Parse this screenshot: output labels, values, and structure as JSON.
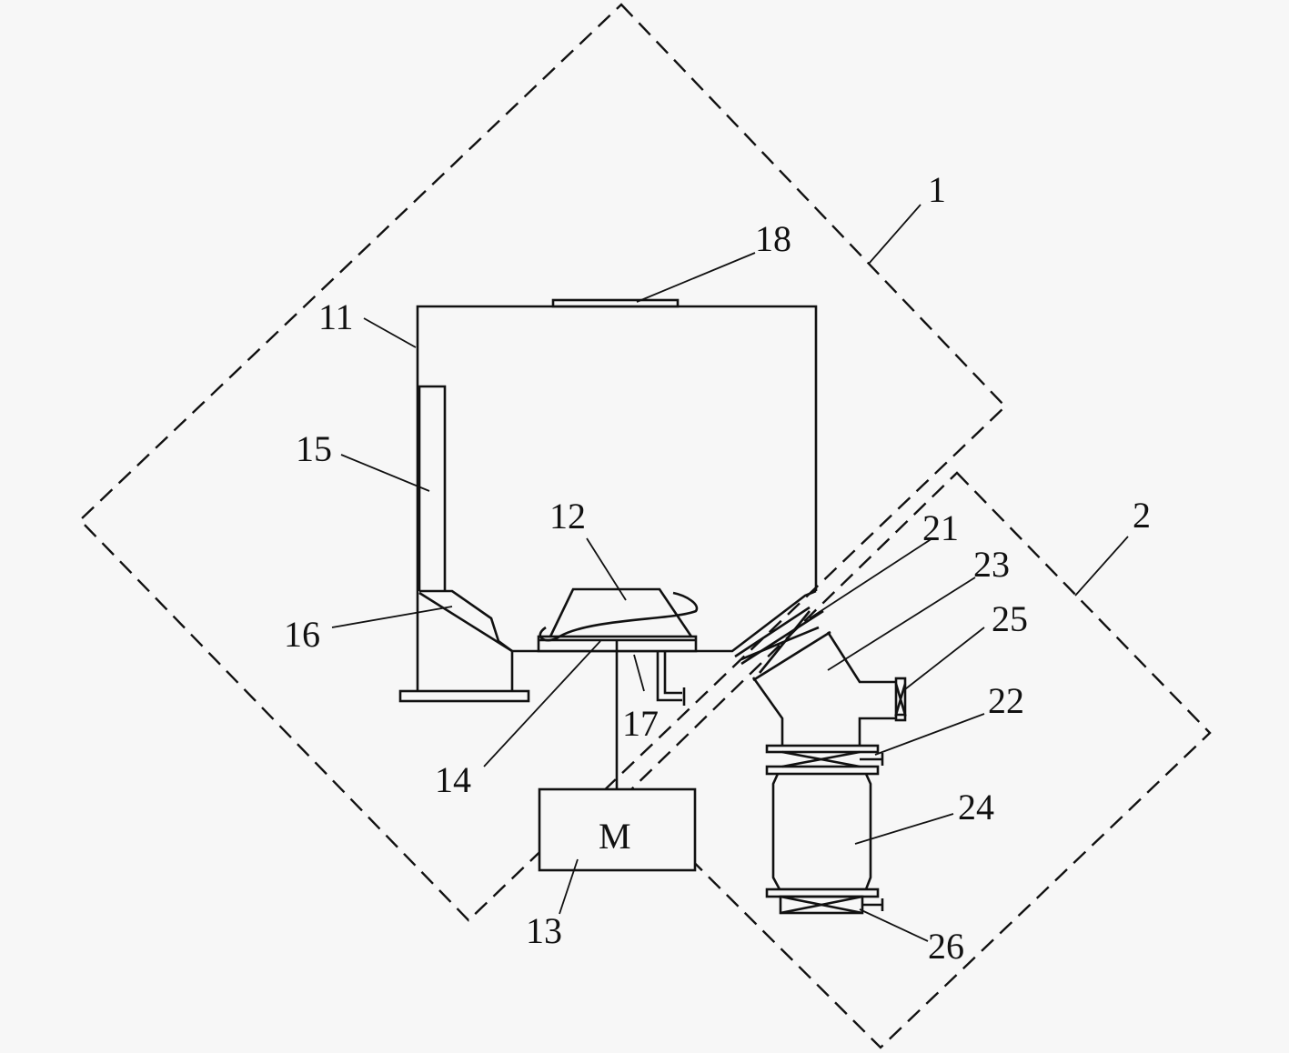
{
  "diagram": {
    "labels": {
      "l1": "1",
      "l2": "2",
      "l11": "11",
      "l12": "12",
      "l13": "13",
      "l14": "14",
      "l15": "15",
      "l16": "16",
      "l17": "17",
      "l18": "18",
      "l21": "21",
      "l22": "22",
      "l23": "23",
      "l24": "24",
      "l25": "25",
      "l26": "26"
    },
    "motor_letter": "M"
  }
}
